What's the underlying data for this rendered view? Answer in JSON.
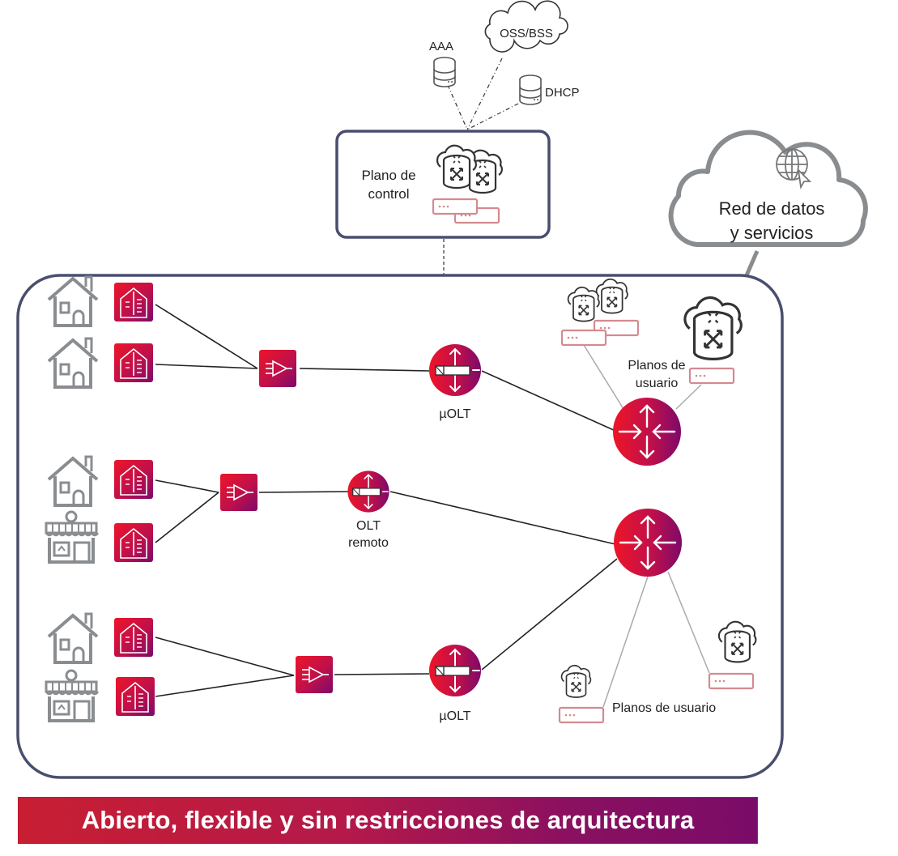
{
  "control_services": {
    "aaa": "AAA",
    "oss_bss": "OSS/BSS",
    "dhcp": "DHCP"
  },
  "control_plane": {
    "label_line1": "Plano de",
    "label_line2": "control"
  },
  "data_network": {
    "label_line1": "Red de datos",
    "label_line2": "y servicios",
    "icon": "globe-cursor-icon"
  },
  "access_rows": [
    {
      "premises": [
        "house",
        "house"
      ],
      "splitter": "splitter",
      "olt_label": "µOLT"
    },
    {
      "premises": [
        "house",
        "shop"
      ],
      "splitter": "splitter",
      "olt_label_line1": "OLT",
      "olt_label_line2": "remoto"
    },
    {
      "premises": [
        "house",
        "shop"
      ],
      "splitter": "splitter",
      "olt_label": "µOLT"
    }
  ],
  "user_planes": {
    "top_label_line1": "Planos de",
    "top_label_line2": "usuario",
    "bottom_label": "Planos de usuario"
  },
  "banner": {
    "text": "Abierto, flexible y sin restricciones de arquitectura"
  },
  "colors": {
    "brand_red": "#e8132a",
    "brand_purple": "#7d0a6a",
    "frame": "#4a4e6e",
    "icon_gray": "#8a8d90",
    "vm_pink": "#d48a90"
  }
}
